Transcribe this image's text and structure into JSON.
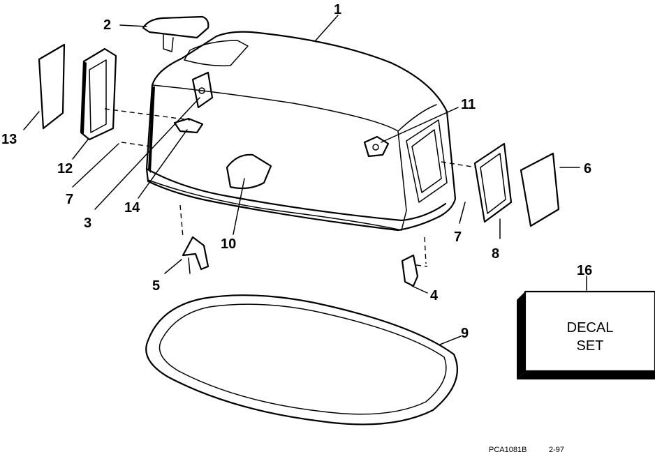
{
  "callouts": {
    "c1": "1",
    "c2": "2",
    "c3": "3",
    "c4": "4",
    "c5": "5",
    "c6": "6",
    "c7a": "7",
    "c7b": "7",
    "c8": "8",
    "c9": "9",
    "c10": "10",
    "c11": "11",
    "c12": "12",
    "c13": "13",
    "c14": "14",
    "c16": "16"
  },
  "decal_box": {
    "line1": "DECAL",
    "line2": "SET"
  },
  "footer": {
    "code": "PCA1081B",
    "date": "2-97"
  }
}
